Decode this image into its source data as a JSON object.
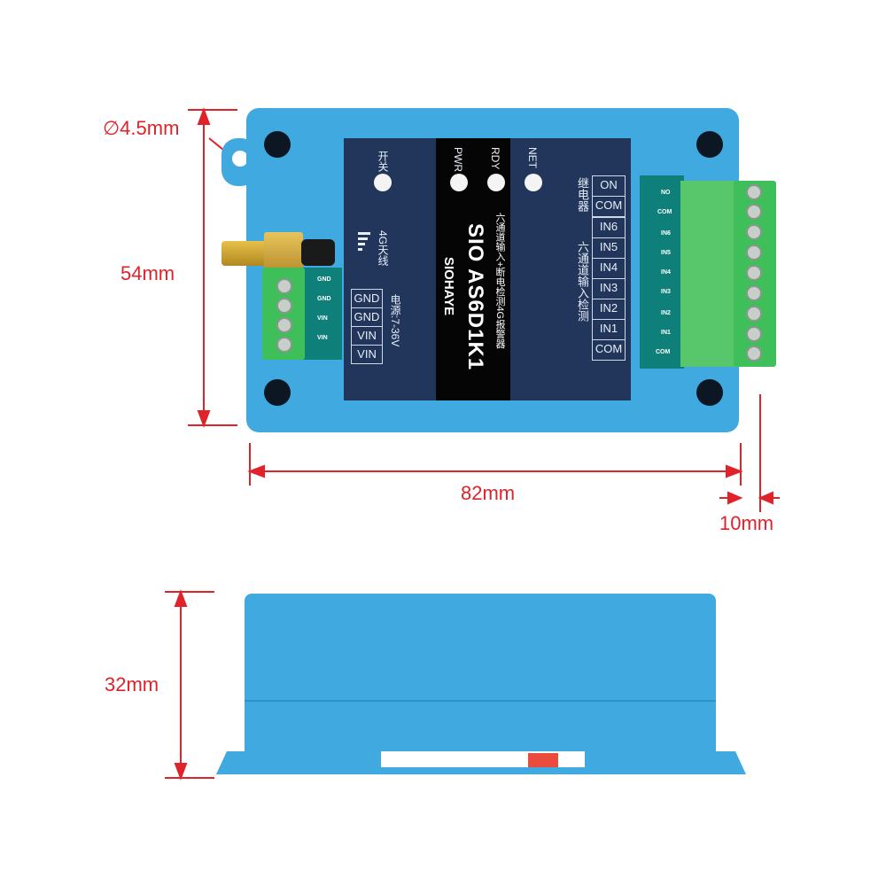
{
  "dimensions": {
    "hole": "∅4.5mm",
    "height": "54mm",
    "width": "82mm",
    "terminal": "10mm",
    "depth": "32mm"
  },
  "panel_left": {
    "switch_label": "开关",
    "antenna_label": "4G天线",
    "power_label": "电源:7-36V",
    "power_terms": [
      "GND",
      "GND",
      "VIN",
      "VIN"
    ]
  },
  "panel_center": {
    "leds": [
      "PWR",
      "RDY"
    ],
    "brand": "SIOHAYE",
    "model": "SIO AS6D1K1",
    "subtitle": "六通道输入+断电检测4G报警器"
  },
  "panel_right": {
    "led": "NET",
    "relay_label": "继电器",
    "relay_terms": [
      "ON",
      "COM"
    ],
    "input_label": "六通道输入检测",
    "input_terms": [
      "IN6",
      "IN5",
      "IN4",
      "IN3",
      "IN2",
      "IN1",
      "COM"
    ]
  },
  "left_terminal_pcb": [
    "GND",
    "GND",
    "VIN",
    "VIN"
  ],
  "right_terminal_pcb": [
    "NO",
    "COM",
    "IN6",
    "IN5",
    "IN4",
    "IN3",
    "IN2",
    "IN1",
    "COM"
  ],
  "colors": {
    "case": "#3fa9e0",
    "panel": "#22365c",
    "dimension": "#e0222b",
    "terminal": "#3fbf5a"
  }
}
